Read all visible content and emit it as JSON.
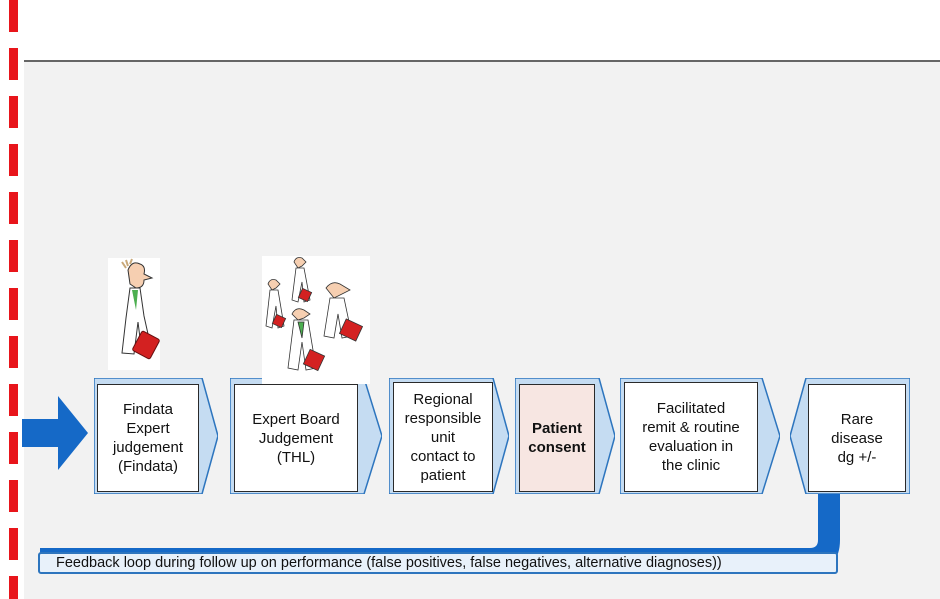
{
  "diagram": {
    "steps": [
      {
        "label": "Findata\nExpert\njudgement\n(Findata)"
      },
      {
        "label": "Expert Board\nJudgement\n(THL)"
      },
      {
        "label": "Regional\nresponsible\nunit\ncontact to\npatient"
      },
      {
        "label": "Patient\nconsent"
      },
      {
        "label": "Facilitated\nremit & routine\nevaluation in\nthe clinic"
      },
      {
        "label": "Rare\ndisease\ndg +/-"
      }
    ],
    "feedback_loop": "Feedback loop during follow up on performance (false positives, false negatives, alternative diagnoses))",
    "colors": {
      "arrow_blue": "#1569c7",
      "chevron_fill": "#c5dcf2",
      "chevron_stroke": "#2d75be",
      "consent_fill": "#f7e6e2",
      "dashed_border": "#e8151b"
    },
    "icons": {
      "single_expert": "doctor-figure-icon",
      "expert_board": "doctor-group-icon"
    }
  }
}
